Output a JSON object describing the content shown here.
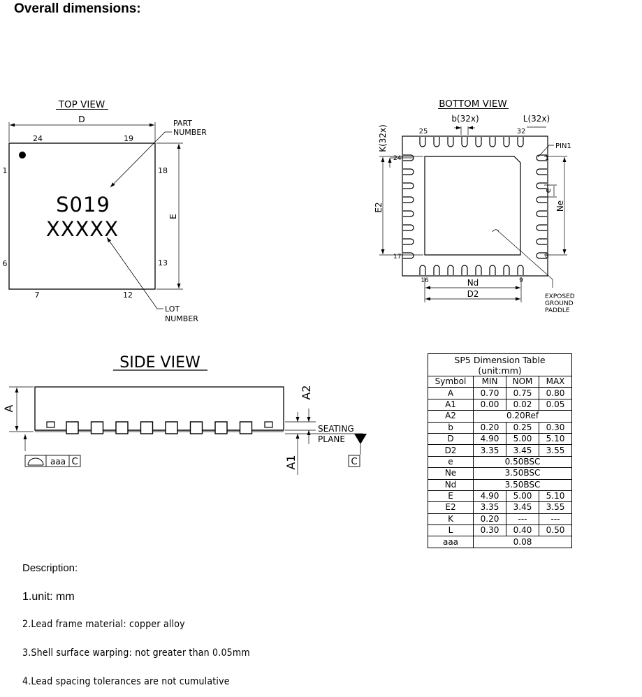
{
  "page_title": "Overall dimensions:",
  "top_view": {
    "title": "TOP VIEW",
    "dim_D": "D",
    "dim_E": "E",
    "pins": {
      "p1": "1",
      "p6": "6",
      "p7": "7",
      "p12": "12",
      "p13": "13",
      "p18": "18",
      "p19": "19",
      "p24": "24"
    },
    "marking_line1": "S019",
    "marking_line2": "XXXXX",
    "part_number_label_1": "PART",
    "part_number_label_2": "NUMBER",
    "lot_number_label_1": "LOT",
    "lot_number_label_2": "NUMBER"
  },
  "bottom_view": {
    "title": "BOTTOM VIEW",
    "b_label": "b(32x)",
    "l_label": "L(32x)",
    "k_label": "K(32x)",
    "pin1_label": "PIN1",
    "e2_label": "E2",
    "e_label": "e",
    "ne_label": "Ne",
    "nd_label": "Nd",
    "d2_label": "D2",
    "pins": {
      "p1": "1",
      "p8": "8",
      "p9": "9",
      "p16": "16",
      "p17": "17",
      "p24": "24",
      "p25": "25",
      "p32": "32"
    },
    "exposed_1": "EXPOSED",
    "exposed_2": "GROUND",
    "exposed_3": "PADDLE"
  },
  "side_view": {
    "title": "SIDE VIEW",
    "a_label": "A",
    "a1_label": "A1",
    "a2_label": "A2",
    "seating_1": "SEATING",
    "seating_2": "PLANE",
    "datum_c": "C",
    "fcf_tol": "aaa",
    "fcf_datum": "C"
  },
  "table": {
    "title_1": "SP5 Dimension Table",
    "title_2": "(unit:mm)",
    "headers": [
      "Symbol",
      "MIN",
      "NOM",
      "MAX"
    ],
    "rows": [
      [
        "A",
        "0.70",
        "0.75",
        "0.80"
      ],
      [
        "A1",
        "0.00",
        "0.02",
        "0.05"
      ],
      [
        "A2",
        "0.20Ref"
      ],
      [
        "b",
        "0.20",
        "0.25",
        "0.30"
      ],
      [
        "D",
        "4.90",
        "5.00",
        "5.10"
      ],
      [
        "D2",
        "3.35",
        "3.45",
        "3.55"
      ],
      [
        "e",
        "0.50BSC"
      ],
      [
        "Ne",
        "3.50BSC"
      ],
      [
        "Nd",
        "3.50BSC"
      ],
      [
        "E",
        "4.90",
        "5.00",
        "5.10"
      ],
      [
        "E2",
        "3.35",
        "3.45",
        "3.55"
      ],
      [
        "K",
        "0.20",
        "---",
        "---"
      ],
      [
        "L",
        "0.30",
        "0.40",
        "0.50"
      ],
      [
        "aaa",
        "0.08"
      ]
    ]
  },
  "description": {
    "heading": "Description:",
    "item1": "1.unit: mm",
    "item2": "2.Lead frame material: copper alloy",
    "item3": "3.Shell surface warping: not greater than 0.05mm",
    "item4": "4.Lead spacing tolerances are not cumulative"
  }
}
